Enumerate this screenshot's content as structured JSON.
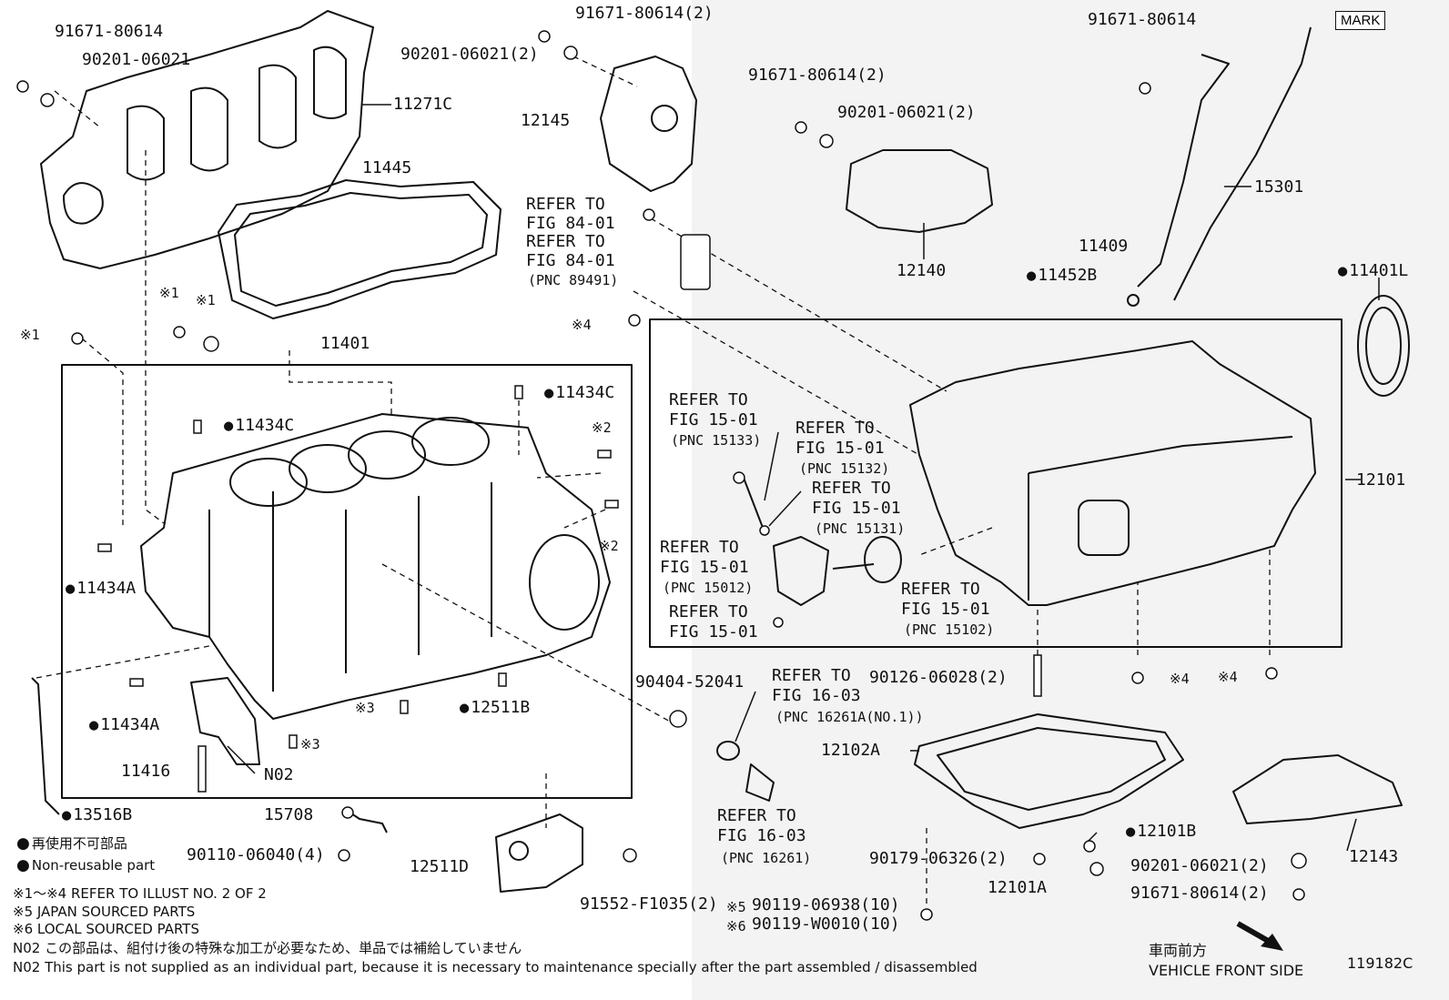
{
  "diagram": {
    "labels": {
      "l_91671_a": "91671-80614",
      "l_90201_a": "90201-06021",
      "l_11271c": "11271C",
      "l_91671_b": "91671-80614(2)",
      "l_90201_b": "90201-06021(2)",
      "l_12145": "12145",
      "l_11445": "11445",
      "l_ref1a": "REFER TO",
      "l_ref1b": "FIG 84-01",
      "l_ref2a": "REFER TO",
      "l_ref2b": "FIG 84-01",
      "l_pnc89491": "(PNC 89491)",
      "l_91671_c": "91671-80614(2)",
      "l_90201_c": "90201-06021(2)",
      "l_12140": "12140",
      "l_91671_d": "91671-80614",
      "l_mark": "MARK",
      "l_15301": "15301",
      "l_11409": "11409",
      "l_11452b": "11452B",
      "l_11401l": "11401L",
      "l_x1a": "※1",
      "l_x1b": "※1",
      "l_x1c": "※1",
      "l_x4a": "※4",
      "l_11401": "11401",
      "l_11434c_a": "11434C",
      "l_11434c_b": "11434C",
      "l_x2a": "※2",
      "l_x2b": "※2",
      "l_11434a_a": "11434A",
      "l_11434a_b": "11434A",
      "l_x3a": "※3",
      "l_x3b": "※3",
      "l_12511b": "12511B",
      "l_11416": "11416",
      "l_n02": "N02",
      "l_13516b": "13516B",
      "l_r15133a": "REFER TO",
      "l_r15133b": "FIG 15-01",
      "l_r15133c": "(PNC 15133)",
      "l_r15132a": "REFER TO",
      "l_r15132b": "FIG 15-01",
      "l_r15132c": "(PNC 15132)",
      "l_r15131a": "REFER TO",
      "l_r15131b": "FIG 15-01",
      "l_r15131c": "(PNC 15131)",
      "l_r15012a": "REFER TO",
      "l_r15012b": "FIG 15-01",
      "l_r15012c": "(PNC 15012)",
      "l_r15102a": "REFER TO",
      "l_r15102b": "FIG 15-01",
      "l_r15102c": "(PNC 15102)",
      "l_r1501a": "REFER TO",
      "l_r1501b": "FIG 15-01",
      "l_12101": "12101",
      "l_90404": "90404-52041",
      "l_r1603a": "REFER TO",
      "l_r1603b": "FIG 16-03",
      "l_r1603c": "(PNC 16261A(NO.1))",
      "l_90126": "90126-06028(2)",
      "l_x4b": "※4",
      "l_x4c": "※4",
      "l_12102a": "12102A",
      "l_r16261a": "REFER TO",
      "l_r16261b": "FIG 16-03",
      "l_r16261c": "(PNC 16261)",
      "l_15708": "15708",
      "l_90110": "90110-06040(4)",
      "l_12511d": "12511D",
      "l_91552": "91552-F1035(2)",
      "l_12101b": "12101B",
      "l_90179": "90179-06326(2)",
      "l_12101a": "12101A",
      "l_x5": "※5",
      "l_90119a": "90119-06938(10)",
      "l_x6": "※6",
      "l_90119b": "90119-W0010(10)",
      "l_90201_d": "90201-06021(2)",
      "l_91671_e": "91671-80614(2)",
      "l_12143": "12143",
      "l_front_jp": "車両前方",
      "l_front_en": "VEHICLE FRONT SIDE",
      "l_fig": "119182C"
    },
    "legend": {
      "jp_nonreuse": "再使用不可部品",
      "en_nonreuse": "Non-reusable part",
      "note14": "※1～※4  REFER TO ILLUST NO. 2 OF 2",
      "note5": "※5 JAPAN SOURCED PARTS",
      "note6": "※6 LOCAL SOURCED PARTS",
      "n02_jp": "N02  この部品は、組付け後の特殊な加工が必要なため、単品では補給していません",
      "n02_en": "N02  This part is not supplied as an individual part, because it is necessary to maintenance specially after the part assembled / disassembled"
    }
  }
}
